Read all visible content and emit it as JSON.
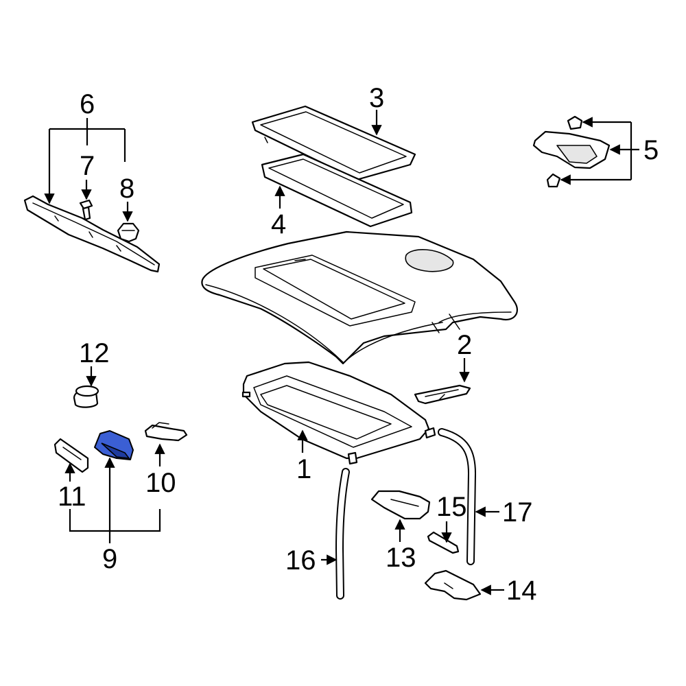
{
  "callouts": {
    "c1": "1",
    "c2": "2",
    "c3": "3",
    "c4": "4",
    "c5": "5",
    "c6": "6",
    "c7": "7",
    "c8": "8",
    "c9": "9",
    "c10": "10",
    "c11": "11",
    "c12": "12",
    "c13": "13",
    "c14": "14",
    "c15": "15",
    "c16": "16",
    "c17": "17"
  },
  "highlight": {
    "part": "9",
    "color": "#3b5fd4"
  }
}
